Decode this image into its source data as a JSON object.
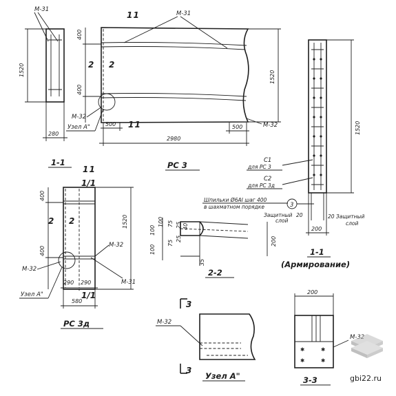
{
  "labels": {
    "m31": "М-31",
    "m32": "М-32",
    "s11": "1 1",
    "one_slash_one": "1/1",
    "two": "2",
    "three": "3",
    "uzel_a": "Узел А\"",
    "uzel_a_small": "Узел А\"",
    "c1": "С1",
    "c1_for": "для РС 3",
    "c2": "С2",
    "c2_for": "для РС 3д",
    "shpilki_1": "Шпильки Ø6АI шаг 400",
    "shpilki_2": "в шахматном порядке",
    "zashch_1": "Защитный",
    "zashch_2": "слой",
    "zashch_20": "20",
    "zashch_r1": "20 Защитный",
    "zashch_r2": "слой"
  },
  "dims": {
    "d1520": "1520",
    "d280": "280",
    "d400": "400",
    "d500": "500",
    "d2980": "2980",
    "d290": "290",
    "d580": "580",
    "d200": "200",
    "d100": "100",
    "d75": "75",
    "d25": "25",
    "d40": "40",
    "d35": "35"
  },
  "titles": {
    "sec11": "1-1",
    "rs3": "РС 3",
    "rs3d": "РС 3д",
    "sec22": "2-2",
    "sec11_arm": "1-1",
    "arm": "(Армирование)",
    "uzel": "Узел А\"",
    "sec33": "3-3"
  },
  "watermark": {
    "site": "gbi22.ru",
    "color": "#8c8c8c"
  }
}
